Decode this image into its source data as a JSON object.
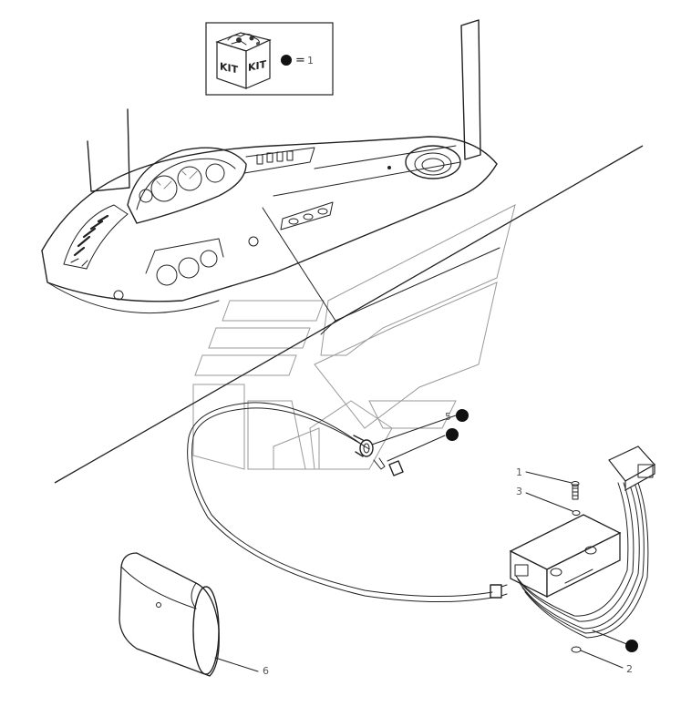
{
  "kit_legend": {
    "kit_label_left": "KIT",
    "kit_label_right": "KIT",
    "equals": "=",
    "value": "1"
  },
  "callouts": [
    {
      "id": "c1",
      "text": "1"
    },
    {
      "id": "c2",
      "text": "2"
    },
    {
      "id": "c3",
      "text": "3"
    },
    {
      "id": "c5",
      "text": "5"
    },
    {
      "id": "c6",
      "text": "6"
    }
  ],
  "colors": {
    "line": "#222222",
    "kit_dot": "#111111",
    "watermark": "#9a9a9a"
  }
}
